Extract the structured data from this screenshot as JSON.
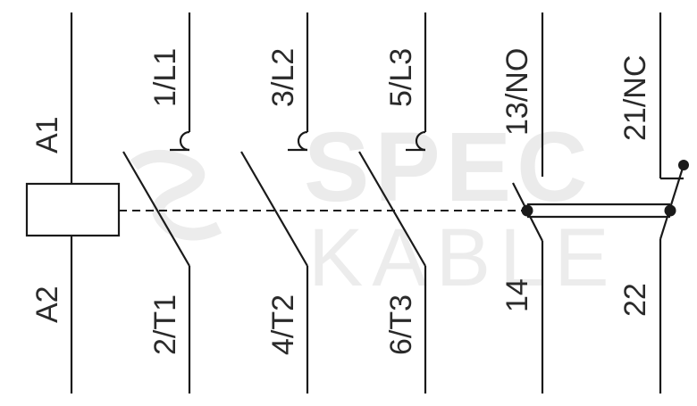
{
  "watermark": {
    "line1": "SPEC",
    "line2": "KABLE"
  },
  "coil": {
    "top_label": "A1",
    "bottom_label": "A2"
  },
  "main_contacts": [
    {
      "top": "1/L1",
      "bottom": "2/T1"
    },
    {
      "top": "3/L2",
      "bottom": "4/T2"
    },
    {
      "top": "5/L3",
      "bottom": "6/T3"
    }
  ],
  "aux_no": {
    "top": "13/NO",
    "bottom": "14"
  },
  "aux_nc": {
    "top": "21/NC",
    "bottom": "22"
  }
}
